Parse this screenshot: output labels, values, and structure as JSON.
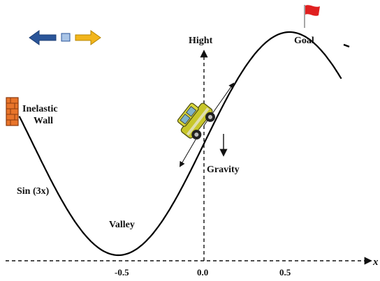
{
  "labels": {
    "y_axis": "Hight",
    "x_axis": "x",
    "goal": "Goal",
    "wall_line1": "Inelastic",
    "wall_line2": "Wall",
    "curve": "Sin (3x)",
    "valley": "Valley",
    "gravity": "Gravity"
  },
  "x_ticks": [
    "-0.5",
    "0.0",
    "0.5"
  ],
  "colors": {
    "curve": "#000000",
    "wall": "#e8742a",
    "flag": "#e02020",
    "car_body": "#c8c62a",
    "left_arrow": "#2a5599",
    "right_arrow": "#f2b51c",
    "middle_square": "#a9c4e6"
  },
  "icons": [
    "left-arrow-icon",
    "stop-square-icon",
    "right-arrow-icon",
    "brick-wall-icon",
    "goal-flag-icon",
    "car-icon"
  ]
}
